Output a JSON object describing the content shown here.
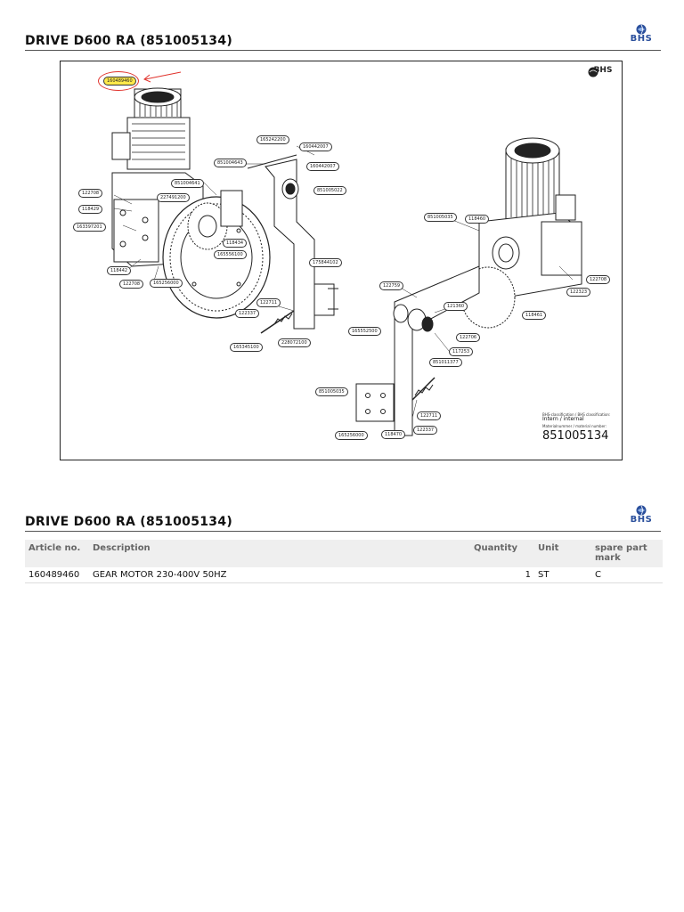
{
  "header": {
    "title": "DRIVE D600 RA (851005134)",
    "logo_text": "BHS"
  },
  "drawing": {
    "logo_text": "BHS",
    "highlighted_part": "160489460",
    "callouts": [
      "160489460",
      "165242200",
      "160442007",
      "851004643",
      "160442007",
      "851005022",
      "851004641",
      "122708",
      "227491200",
      "118429",
      "163397201",
      "118434",
      "165556100",
      "175844102",
      "118442",
      "122708",
      "165256000",
      "122711",
      "122337",
      "228072100",
      "165345100",
      "851005035",
      "118460",
      "122708",
      "122323",
      "122759",
      "121360",
      "165552500",
      "122706",
      "117253",
      "851011377",
      "118461",
      "851005035",
      "122711",
      "165256000",
      "118470",
      "122337"
    ],
    "classification": {
      "label": "BHS-classification / BHS classification:",
      "value": "Intern / internal",
      "number_label": "Materialnummer / material number:",
      "number": "851005134"
    }
  },
  "parts_header": {
    "title": "DRIVE D600 RA (851005134)",
    "logo_text": "BHS"
  },
  "parts_table": {
    "columns": [
      "Article no.",
      "Description",
      "Quantity",
      "Unit",
      "spare part mark"
    ],
    "rows": [
      {
        "article": "160489460",
        "description": "GEAR MOTOR 230-400V 50HZ",
        "quantity": "1",
        "unit": "ST",
        "mark": "C"
      }
    ]
  },
  "colors": {
    "logo_blue": "#2a4f9c",
    "highlight": "#ffe94a",
    "arrow_red": "#e0322c"
  }
}
